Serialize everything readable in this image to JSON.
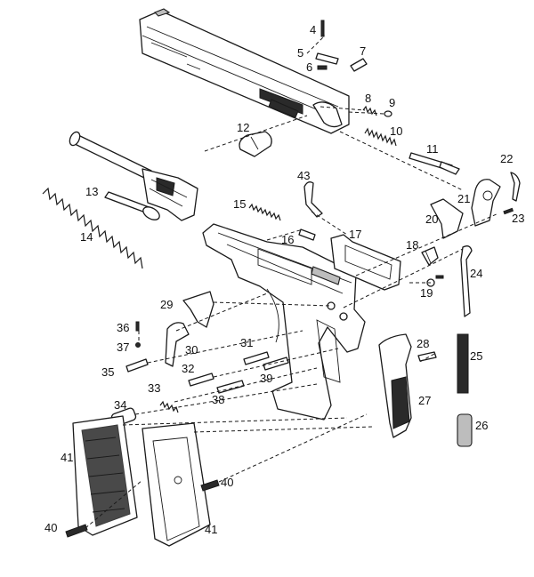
{
  "labels": {
    "p4": "4",
    "p5": "5",
    "p6": "6",
    "p7": "7",
    "p8": "8",
    "p9": "9",
    "p10": "10",
    "p11": "11",
    "p12": "12",
    "p13": "13",
    "p14": "14",
    "p15": "15",
    "p16": "16",
    "p17": "17",
    "p18": "18",
    "p19": "19",
    "p20": "20",
    "p21": "21",
    "p22": "22",
    "p23": "23",
    "p24": "24",
    "p25": "25",
    "p26": "26",
    "p27": "27",
    "p28": "28",
    "p29": "29",
    "p30": "30",
    "p31": "31",
    "p32": "32",
    "p33": "33",
    "p34": "34",
    "p35": "35",
    "p36": "36",
    "p37": "37",
    "p38": "38",
    "p39": "39",
    "p40a": "40",
    "p40b": "40",
    "p41a": "41",
    "p41b": "41",
    "p43": "43"
  },
  "colors": {
    "ink": "#1a1a1a",
    "background": "#ffffff",
    "shade": "#bdbdbd"
  }
}
